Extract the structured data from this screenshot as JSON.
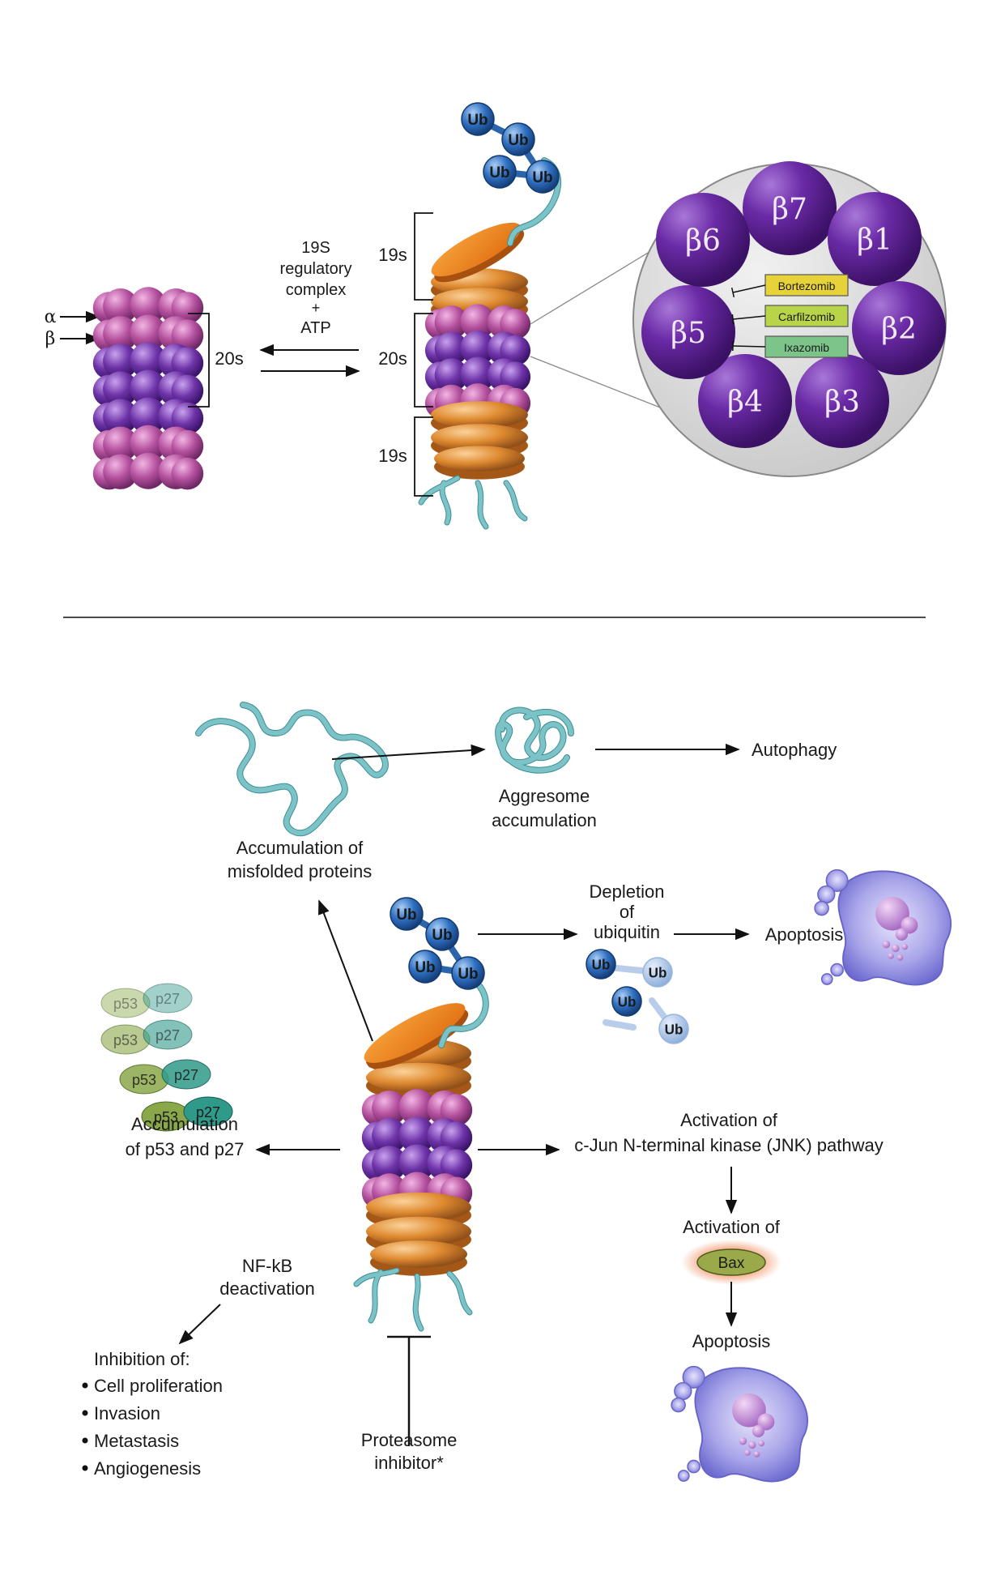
{
  "top": {
    "alpha": "α",
    "beta": "β",
    "label_20s_left": "20s",
    "label_19s_top": "19s",
    "label_20s_right": "20s",
    "label_19s_bottom": "19s",
    "complex_line1": "19S",
    "complex_line2": "regulatory",
    "complex_line3": "complex",
    "complex_line4": "+",
    "complex_line5": "ATP",
    "ub": "Ub",
    "subunits": [
      "β7",
      "β1",
      "β2",
      "β3",
      "β4",
      "β5",
      "β6"
    ],
    "drugs": [
      "Bortezomib",
      "Carfilzomib",
      "Ixazomib"
    ]
  },
  "bottom": {
    "misfolded_line1": "Accumulation of",
    "misfolded_line2": "misfolded proteins",
    "aggresome_line1": "Aggresome",
    "aggresome_line2": "accumulation",
    "autophagy": "Autophagy",
    "depletion_line1": "Depletion",
    "depletion_line2": "of",
    "depletion_line3": "ubiquitin",
    "apoptosis_top": "Apoptosis",
    "p53": "p53",
    "p27": "p27",
    "p53p27_line1": "Accumulation",
    "p53p27_line2": "of p53 and p27",
    "jnk_line1": "Activation of",
    "jnk_line2": "c-Jun N-terminal kinase (JNK) pathway",
    "bax_line1": "Activation of",
    "bax": "Bax",
    "apoptosis_bottom": "Apoptosis",
    "nfkb_line1": "NF-kB",
    "nfkb_line2": "deactivation",
    "inhibition_title": "Inhibition of:",
    "inhibition_items": [
      "Cell proliferation",
      "Invasion",
      "Metastasis",
      "Angiogenesis"
    ],
    "inhibitor_line1": "Proteasome",
    "inhibitor_line2": "inhibitor*"
  },
  "colors": {
    "alpha_ring": "#b04a9a",
    "beta_ring": "#6a2ea0",
    "cap": "#e08a2c",
    "ubiquitin": "#2e6fc0",
    "protein_strand": "#7cc3c8",
    "subunit": "#6b2aa6",
    "bortezomib": "#e7d23a",
    "carfilzomib": "#b8d54a",
    "ixazomib": "#7cc48a",
    "bax": "#9aaa4a",
    "cell": "#8f8fe0"
  }
}
